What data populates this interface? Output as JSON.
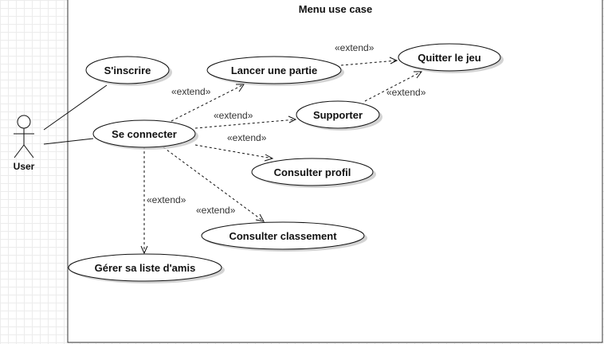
{
  "system": {
    "title": "Menu use case"
  },
  "actor": {
    "name": "User"
  },
  "use_cases": {
    "inscrire": "S'inscrire",
    "connecter": "Se connecter",
    "lancer": "Lancer une partie",
    "quitter": "Quitter le jeu",
    "supporter": "Supporter",
    "profil": "Consulter profil",
    "classement": "Consulter classement",
    "amis": "Gérer sa liste d'amis"
  },
  "relations": {
    "stereotype": "«extend»"
  }
}
